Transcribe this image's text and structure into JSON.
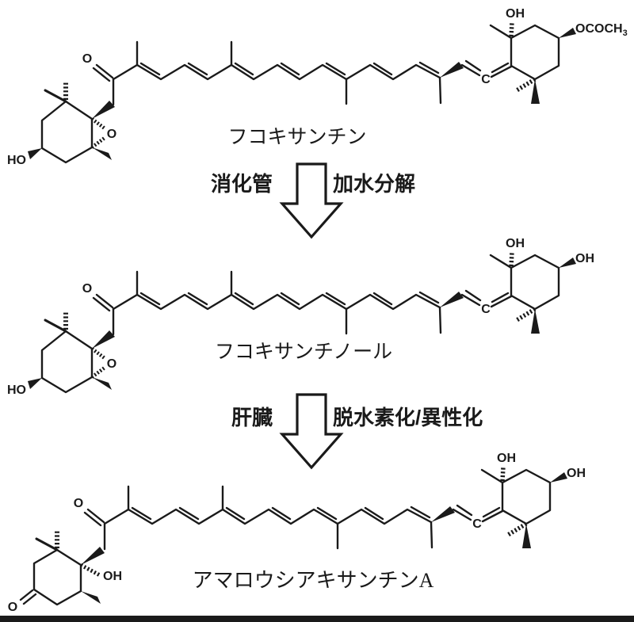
{
  "compounds": [
    {
      "name": "フコキサンチン"
    },
    {
      "name": "フコキサンチノール"
    },
    {
      "name": "アマロウシアキサンチンA"
    }
  ],
  "steps": [
    {
      "site": "消化管",
      "reaction": "加水分解"
    },
    {
      "site": "肝臓",
      "reaction": "脱水素化/異性化"
    }
  ],
  "atom_labels": {
    "oxygen": "O",
    "hydroxyl": "OH",
    "hydroxyl_reversed": "HO",
    "allene_carbon": "C",
    "acetate_prefix": "OCOCH",
    "acetate_subscript": "3"
  },
  "colors": {
    "ink": "#1a1a1a",
    "background": "#ffffff"
  }
}
